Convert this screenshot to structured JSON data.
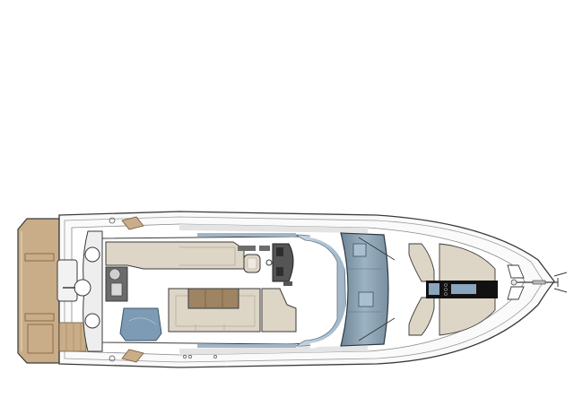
{
  "figure": {
    "type": "yacht-deck-plan",
    "view": "top-down flybridge and foredeck layout",
    "orientation": "stern-left-bow-right",
    "text_labels": []
  },
  "colors": {
    "background": "#ffffff",
    "outline": "#3a3a3a",
    "hull_white": "#fafafa",
    "hull_shadow": "#d6d6d6",
    "teak": "#c9ad88",
    "teak_line": "#a88a63",
    "cushion_light": "#ddd5c6",
    "cushion_line": "#b7ac98",
    "cushion_dark": "#9e8462",
    "glass_blue": "#8fa8bb",
    "glass_dark": "#5e7384",
    "windshield_band": "#b9ccdb",
    "console_dark": "#444444",
    "sunpad_strip": "#111111",
    "hatch_blue": "#8aa6bf",
    "wet_bar_grey": "#6b6b6b",
    "chaise_blue": "#7d9bb4"
  },
  "zones": [
    {
      "id": "swim-platform",
      "label": "Swim platform (teak)"
    },
    {
      "id": "transom-stairs",
      "label": "Transom steps"
    },
    {
      "id": "aft-arch",
      "label": "Aft arch with dinghy cradles"
    },
    {
      "id": "wet-bar",
      "label": "Wet bar with sink and grill"
    },
    {
      "id": "sun-lounger",
      "label": "Blue chaise lounger"
    },
    {
      "id": "aft-bench",
      "label": "Aft bench seating"
    },
    {
      "id": "dinette",
      "label": "U-shaped dinette with table"
    },
    {
      "id": "helm-seat",
      "label": "Helm chair"
    },
    {
      "id": "helm-console",
      "label": "Helm console"
    },
    {
      "id": "windscreen",
      "label": "Flybridge windscreen"
    },
    {
      "id": "cabin-roof-glass",
      "label": "Saloon glass roof"
    },
    {
      "id": "foredeck-sunpad",
      "label": "Foredeck sun pad"
    },
    {
      "id": "anchor-locker",
      "label": "Anchor locker and bow roller"
    }
  ]
}
